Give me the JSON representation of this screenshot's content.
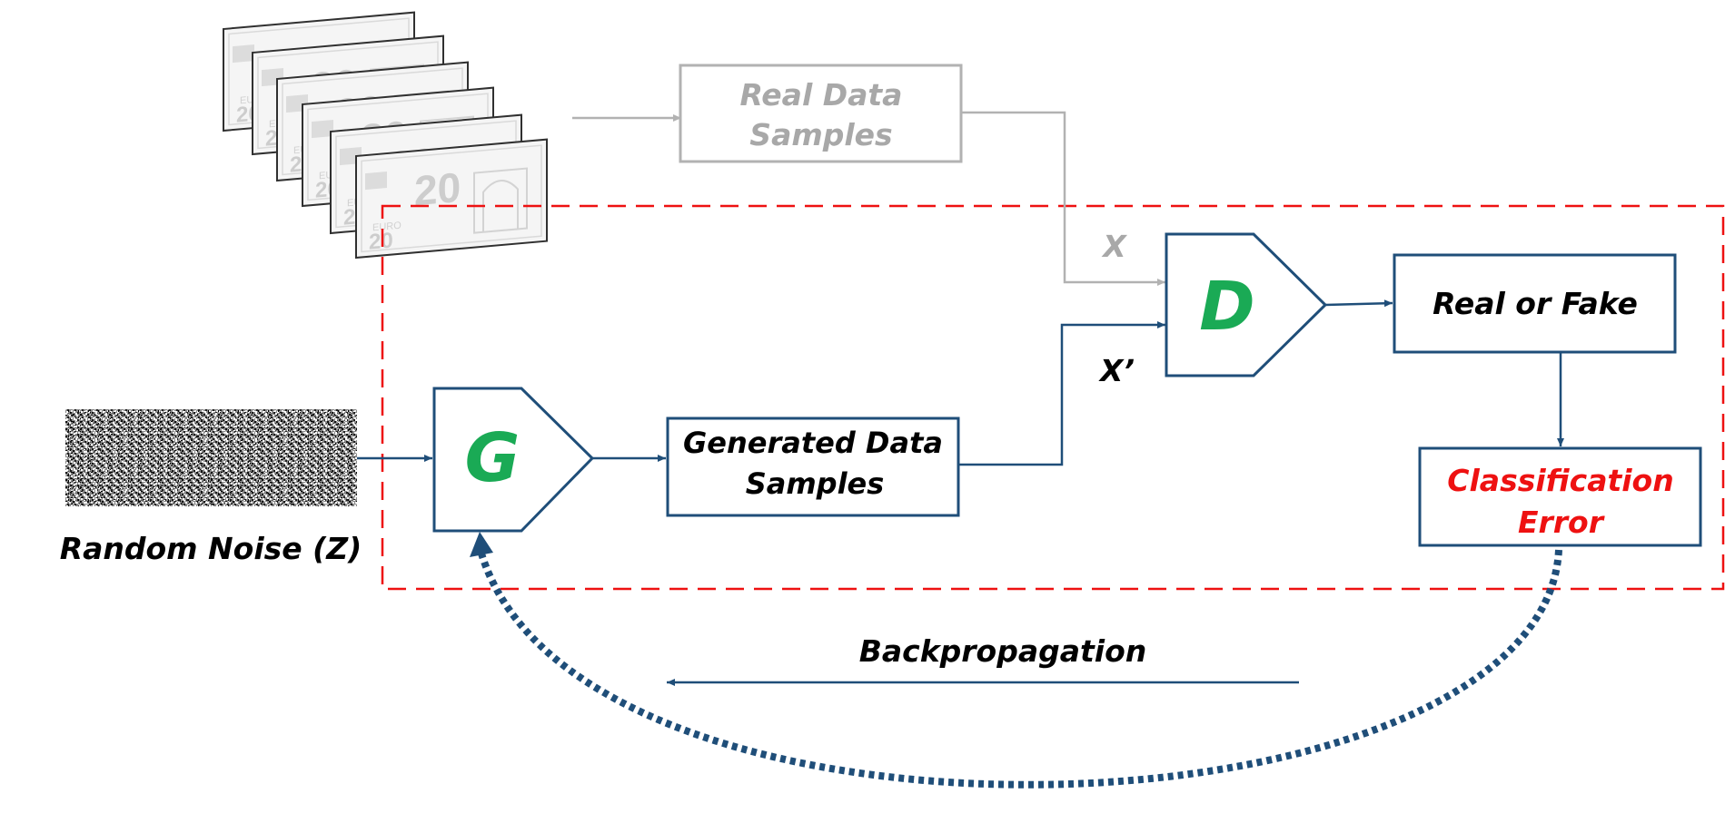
{
  "colors": {
    "navy": "#1f4e79",
    "green": "#1aaa55",
    "red": "#ee1111",
    "gray": "#b2b2b2",
    "black": "#000000"
  },
  "icons": {
    "banknotes": "stack-of-20-euro-banknotes",
    "noise": "random-noise-image"
  },
  "banknote": {
    "value_text": "20",
    "euro_text": "EURO"
  },
  "nodes": {
    "real_data": {
      "line1": "Real Data",
      "line2": "Samples"
    },
    "generated": {
      "line1": "Generated Data",
      "line2": "Samples"
    },
    "generator": {
      "letter": "G"
    },
    "discriminator": {
      "letter": "D"
    },
    "real_or_fake": {
      "label": "Real or Fake"
    },
    "classification_error": {
      "line1": "Classification",
      "line2": "Error"
    }
  },
  "labels": {
    "noise": "Random Noise (Z)",
    "x_real": "X",
    "x_fake": "X’",
    "backprop": "Backpropagation"
  }
}
